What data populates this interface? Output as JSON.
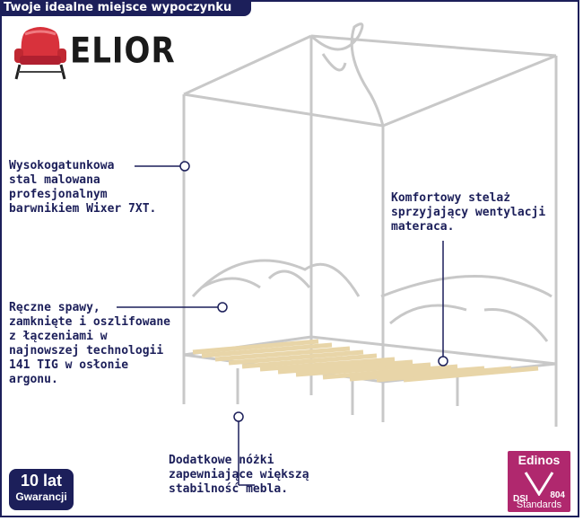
{
  "brand": {
    "tagline": "Twoje idealne miejsce wypoczynku",
    "name": "ELIOR",
    "navy": "#1c1f5a",
    "chair_color": "#d8323c"
  },
  "callouts": {
    "steel": "Wysokogatunkowa\nstal malowana\nprofesjonalnym\nbarwnikiem Wixer 7XT.",
    "welds": "Ręczne spawy,\nzamknięte i oszlifowane\nz łączeniami w\nnajnowszej technologii\n141 TIG w osłonie\nargonu.",
    "slats": "Komfortowy stelaż\nsprzyjający wentylacji\nmateraca.",
    "legs": "Dodatkowe nóżki\nzapewniające większą\nstabilność mebla."
  },
  "warranty": {
    "number": "10 lat",
    "label": "Gwarancji"
  },
  "certificate": {
    "name": "Edinos",
    "dsi": "DSI",
    "code": "804",
    "standards": "Standards",
    "color": "#b0286e"
  }
}
